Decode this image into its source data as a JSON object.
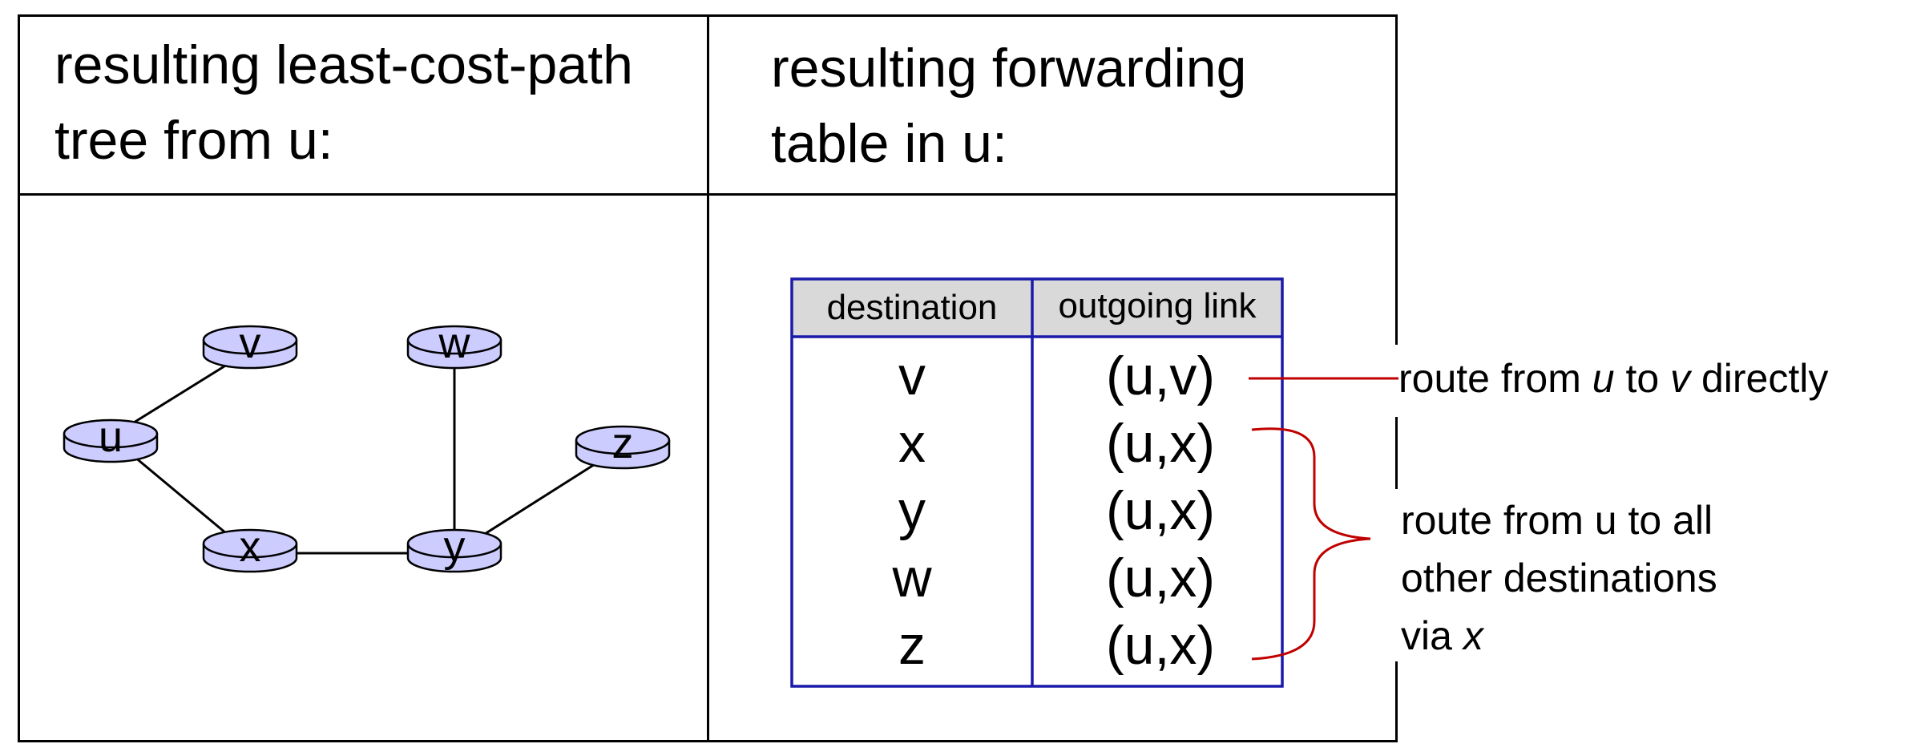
{
  "left_panel": {
    "title_line1": "resulting least-cost-path",
    "title_line2": "tree from u:"
  },
  "right_panel": {
    "title_line1": "resulting forwarding",
    "title_line2": "table in u:"
  },
  "graph": {
    "node_fill": "#ccccff",
    "edge_color": "#000000",
    "nodes": [
      {
        "id": "u",
        "label": "u"
      },
      {
        "id": "v",
        "label": "v"
      },
      {
        "id": "x",
        "label": "x"
      },
      {
        "id": "w",
        "label": "w"
      },
      {
        "id": "y",
        "label": "y"
      },
      {
        "id": "z",
        "label": "z"
      }
    ],
    "edges": [
      [
        "u",
        "v"
      ],
      [
        "u",
        "x"
      ],
      [
        "x",
        "y"
      ],
      [
        "y",
        "w"
      ],
      [
        "y",
        "z"
      ]
    ]
  },
  "forwarding_table": {
    "border_color": "#1a1aaa",
    "header_bg": "#d9d9d9",
    "headers": [
      "destination",
      "outgoing link"
    ],
    "rows": [
      {
        "destination": "v",
        "link": "(u,v)"
      },
      {
        "destination": "x",
        "link": "(u,x)"
      },
      {
        "destination": "y",
        "link": "(u,x)"
      },
      {
        "destination": "w",
        "link": "(u,x)"
      },
      {
        "destination": "z",
        "link": "(u,x)"
      }
    ]
  },
  "annotations": {
    "accent_color": "#c00000",
    "direct": {
      "pre": "route from ",
      "from": "u",
      "mid": " to ",
      "to": "v",
      "post": " directly"
    },
    "via": {
      "line1": "route from u to all",
      "line2": "other destinations",
      "line3_pre": "via ",
      "line3_node": "x"
    }
  }
}
